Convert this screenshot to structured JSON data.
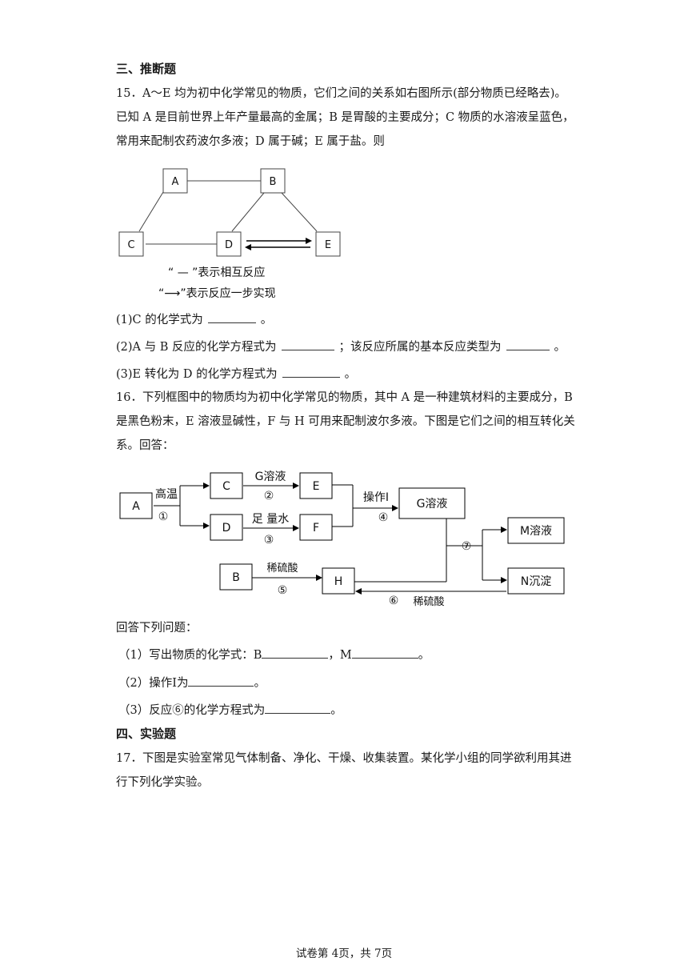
{
  "section3": "三、推断题",
  "q15": {
    "text": "15．A～E 均为初中化学常见的物质，它们之间的关系如右图所示(部分物质已经略去)。已知 A 是目前世界上年产量最高的金属；B 是胃酸的主要成分；C 物质的水溶液呈蓝色，常用来配制农药波尔多液；D 属于碱；E 属于盐。则",
    "diagram": {
      "nodes": [
        "A",
        "B",
        "C",
        "D",
        "E"
      ],
      "legend1": "“ — ”表示相互反应",
      "legend2": "“⟶”表示反应一步实现"
    },
    "sub1_a": "(1)C 的化学式为",
    "sub1_b": "。",
    "sub2_a": "(2)A 与 B 反应的化学方程式为",
    "sub2_b": "；该反应所属的基本反应类型为",
    "sub2_c": "。",
    "sub3_a": "(3)E 转化为 D 的化学方程式为",
    "sub3_b": "。"
  },
  "q16": {
    "text": "16．下列框图中的物质均为初中化学常见的物质，其中 A 是一种建筑材料的主要成分，B 是黑色粉末，E 溶液显碱性，F 与 H 可用来配制波尔多液。下图是它们之间的相互转化关系。回答：",
    "diagram": {
      "A": "A",
      "C": "C",
      "D": "D",
      "E": "E",
      "F": "F",
      "G": "G溶液",
      "M": "M溶液",
      "N": "N沉淀",
      "B": "B",
      "H": "H",
      "gaowen": "高温",
      "r1": "①",
      "gsol": "G溶液",
      "r2": "②",
      "water": "足 量水",
      "r3": "③",
      "op": "操作I",
      "r4": "④",
      "r7": "⑦",
      "acid1": "稀硫酸",
      "r5": "⑤",
      "r6": "⑥",
      "acid2": "稀硫酸"
    },
    "intro": "回答下列问题：",
    "sub1_a": "（1）写出物质的化学式：B",
    "sub1_b": "，M",
    "sub1_c": "。",
    "sub2_a": "（2）操作I为",
    "sub2_b": "。",
    "sub3_a": "（3）反应⑥的化学方程式为",
    "sub3_b": "。"
  },
  "section4": "四、实验题",
  "q17": {
    "text": "17．下图是实验室常见气体制备、净化、干燥、收集装置。某化学小组的同学欲利用其进行下列化学实验。"
  },
  "footer": "试卷第 4页，共 7页"
}
